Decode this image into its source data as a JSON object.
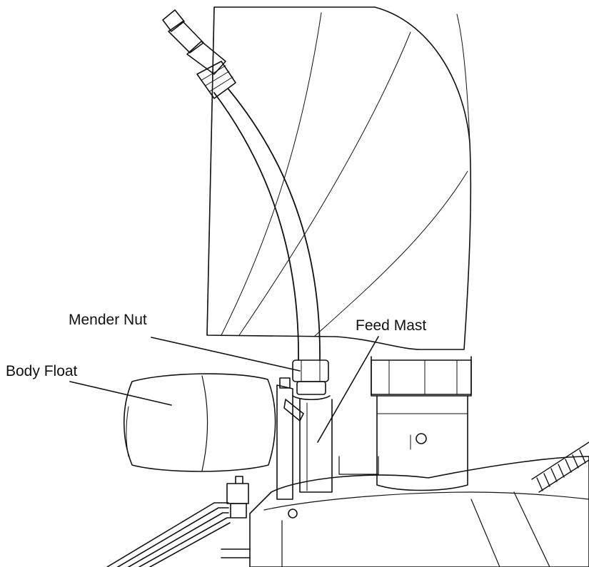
{
  "labels": {
    "mender_nut": "Mender Nut",
    "feed_mast": "Feed Mast",
    "body_float": "Body Float"
  },
  "colors": {
    "line": "#111111",
    "background": "#ffffff"
  }
}
